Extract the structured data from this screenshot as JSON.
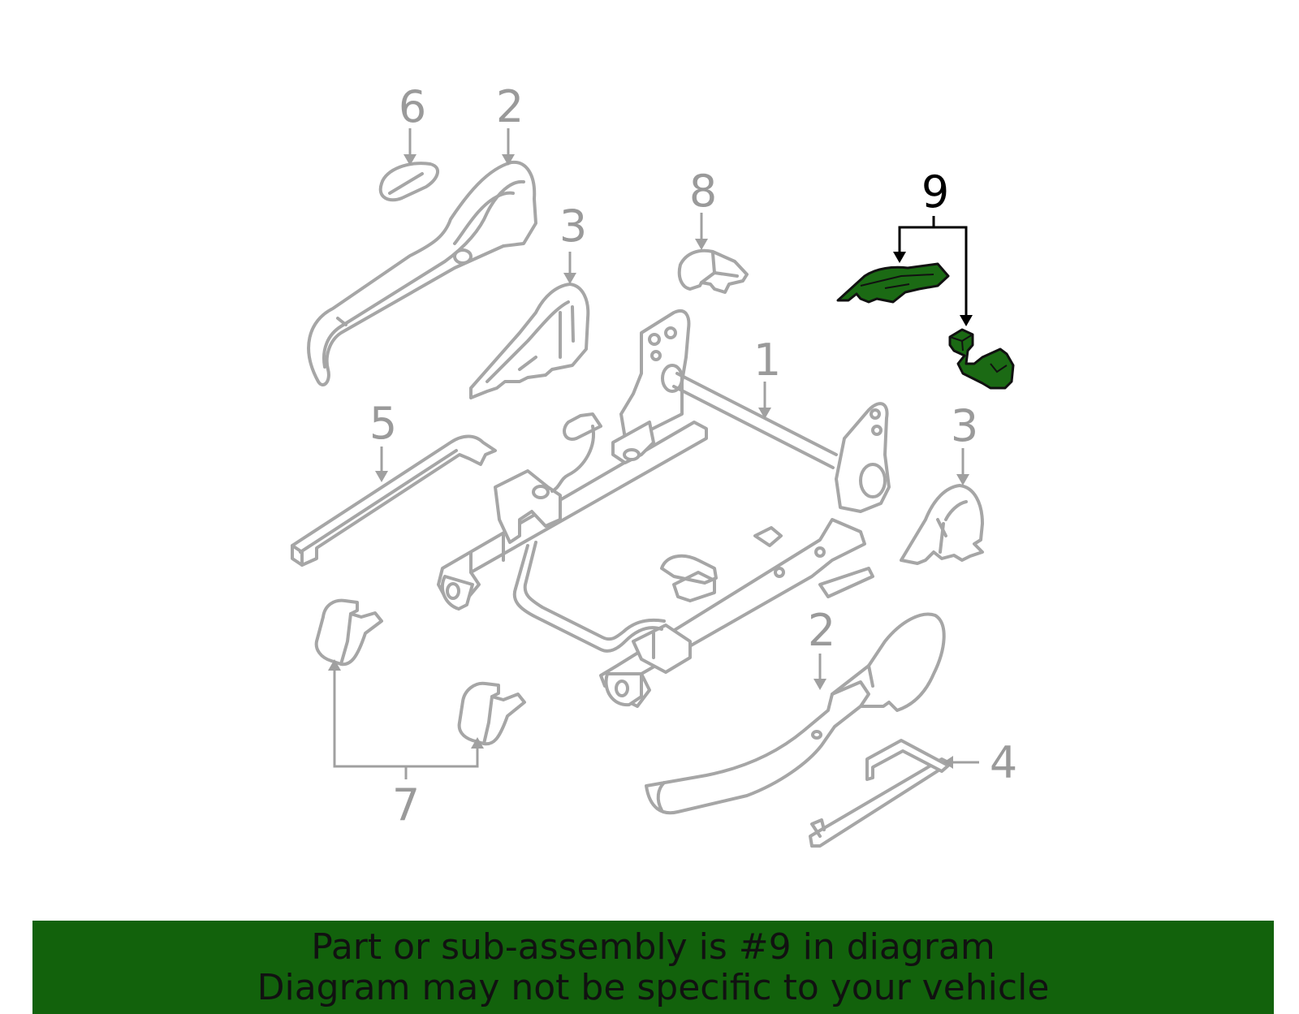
{
  "diagram": {
    "highlighted_part": "9",
    "callouts": {
      "c6": "6",
      "c2_top": "2",
      "c3_top": "3",
      "c8": "8",
      "c9": "9",
      "c1": "1",
      "c5": "5",
      "c3_right": "3",
      "c2_bottom": "2",
      "c4": "4",
      "c7": "7"
    },
    "colors": {
      "highlight_fill": "#1b6a14",
      "part_outline": "#a6a6a6",
      "banner_background": "#12620c"
    }
  },
  "banner": {
    "line1": "Part or sub-assembly is #9 in diagram",
    "line2": "Diagram may not be specific to your vehicle"
  }
}
